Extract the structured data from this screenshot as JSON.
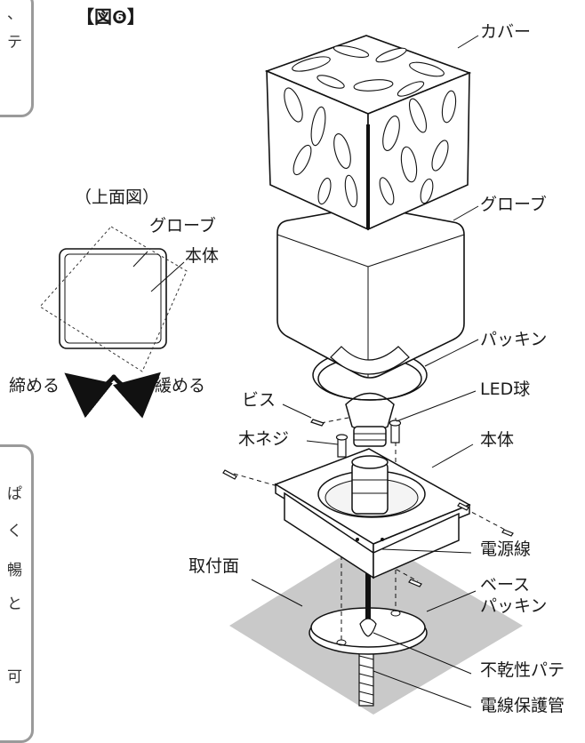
{
  "figure": {
    "title": "【図❻】",
    "top_view": {
      "title": "（上面図）",
      "label_globe": "グローブ",
      "label_body": "本体",
      "label_tighten": "締める",
      "label_loosen": "緩める"
    },
    "side_fragments": {
      "upper": [
        "、",
        "テ"
      ],
      "lower": [
        "ぱ",
        "く",
        "暢",
        "と",
        "可"
      ]
    },
    "parts": {
      "cover": "カバー",
      "globe": "グローブ",
      "packing": "パッキン",
      "led_bulb": "LED球",
      "screw": "ビス",
      "wood_screw": "木ネジ",
      "body": "本体",
      "power_line": "電源線",
      "base_packing_1": "ベース",
      "base_packing_2": "パッキン",
      "mount_surface": "取付面",
      "putty": "不乾性パテ",
      "conduit": "電線保護管"
    }
  }
}
